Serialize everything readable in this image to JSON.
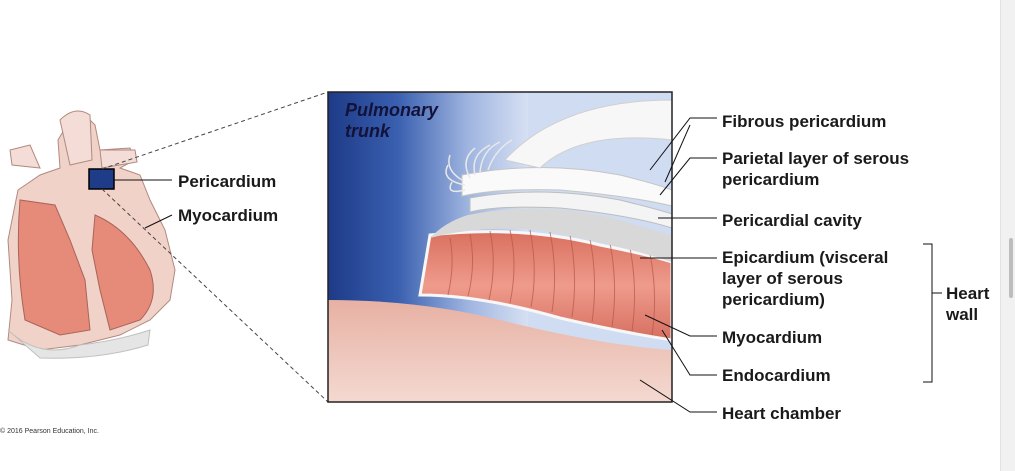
{
  "labels": {
    "pulmonary_trunk": "Pulmonary\ntrunk",
    "pericardium": "Pericardium",
    "myocardium_left": "Myocardium",
    "fibrous_pericardium": "Fibrous pericardium",
    "parietal_layer": "Parietal layer of serous\npericardium",
    "pericardial_cavity": "Pericardial cavity",
    "epicardium": "Epicardium (visceral\nlayer of serous\npericardium)",
    "myocardium_right": "Myocardium",
    "endocardium": "Endocardium",
    "heart_chamber": "Heart chamber",
    "heart_wall": "Heart\nwall"
  },
  "copyright": "© 2016 Pearson Education, Inc.",
  "colors": {
    "blue_dark": "#1f3c88",
    "blue_light": "#b9c9ea",
    "myocardium": "#e58a7c",
    "chamber": "#e9bcb0",
    "membrane": "#f2f2f2",
    "cavity": "#d6d6d6"
  }
}
